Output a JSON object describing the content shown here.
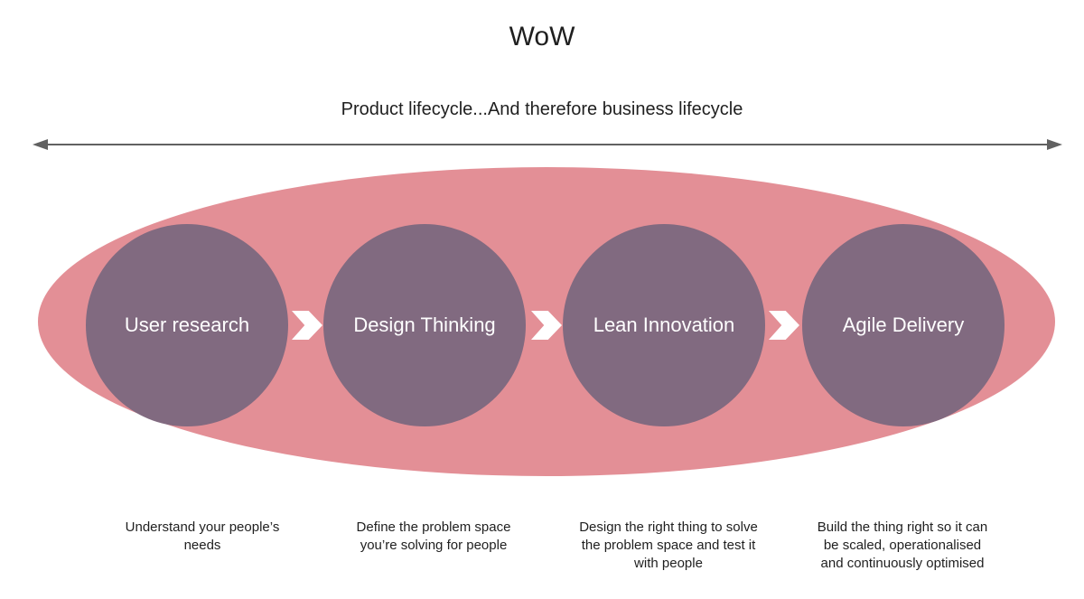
{
  "title": "WoW",
  "subtitle": "Product lifecycle...And therefore business lifecycle",
  "stages": [
    {
      "label": "User research",
      "description": "Understand your people’s\nneeds"
    },
    {
      "label": "Design Thinking",
      "description": "Define the problem space\nyou’re solving for people"
    },
    {
      "label": "Lean Innovation",
      "description": "Design the right thing to solve\nthe problem space and test it\nwith people"
    },
    {
      "label": "Agile Delivery",
      "description": "Build the thing right so it can\nbe scaled, operationalised\nand continuously optimised"
    }
  ],
  "icons": {
    "stage_connector": "chevron-right",
    "timeline": "double-headed-arrow"
  },
  "colors": {
    "ellipse": "#e38f96",
    "circle": "#816a80",
    "chevron": "#ffffff",
    "arrowline": "#616161",
    "ink": "#1f1f1f",
    "stagetext": "#ffffff",
    "bg": "#ffffff"
  }
}
